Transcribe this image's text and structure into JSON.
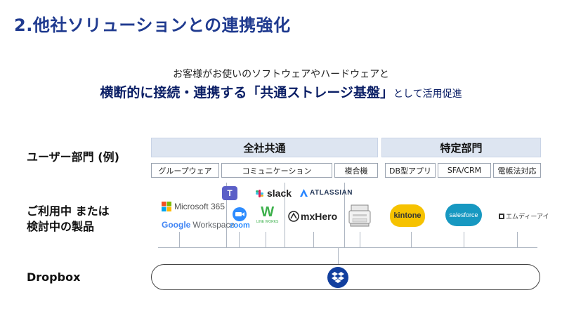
{
  "slide": {
    "title": "2.他社ソリューションとの連携強化"
  },
  "intro": {
    "line1": "お客様がお使いのソフトウェアやハードウェアと",
    "headline_main": "横断的に接続・連携する「共通ストレージ基盤」",
    "headline_suffix": "として活用促進"
  },
  "rows": {
    "users": "ユーザー部門 (例)",
    "products_line1": "ご利用中 または",
    "products_line2": "検討中の製品",
    "dropbox": "Dropbox"
  },
  "groups": [
    {
      "label": "全社共通"
    },
    {
      "label": "特定部門"
    }
  ],
  "categories": [
    {
      "label": "グループウェア"
    },
    {
      "label": "コミュニケーション"
    },
    {
      "label": "複合機"
    },
    {
      "label": "DB型アプリ"
    },
    {
      "label": "SFA/CRM"
    },
    {
      "label": "電帳法対応"
    }
  ],
  "logos": {
    "microsoft365": "Microsoft 365",
    "google_workspace_1": "Google",
    "google_workspace_2": "Workspace",
    "zoom": "zoom",
    "slack": "slack",
    "lineworks_mark": "W",
    "lineworks_text": "LINE WORKS",
    "atlassian": "ATLASSIAN",
    "mxhero": "mxHero",
    "kintone": "kintone",
    "salesforce": "salesforce",
    "mdi": "エムディーアイ",
    "teams_mark": "T"
  },
  "colors": {
    "title": "#1f3a8f",
    "headline": "#0b1f66",
    "group_bg": "#dde5f1",
    "dropbox_blue": "#123f9e",
    "kintone_yellow": "#f6c200",
    "salesforce_blue": "#1798c1",
    "zoom_blue": "#2d8cff",
    "lineworks_green": "#3cb04b",
    "teams_purple": "#5b5fc7",
    "atlassian_blue": "#2684ff"
  }
}
